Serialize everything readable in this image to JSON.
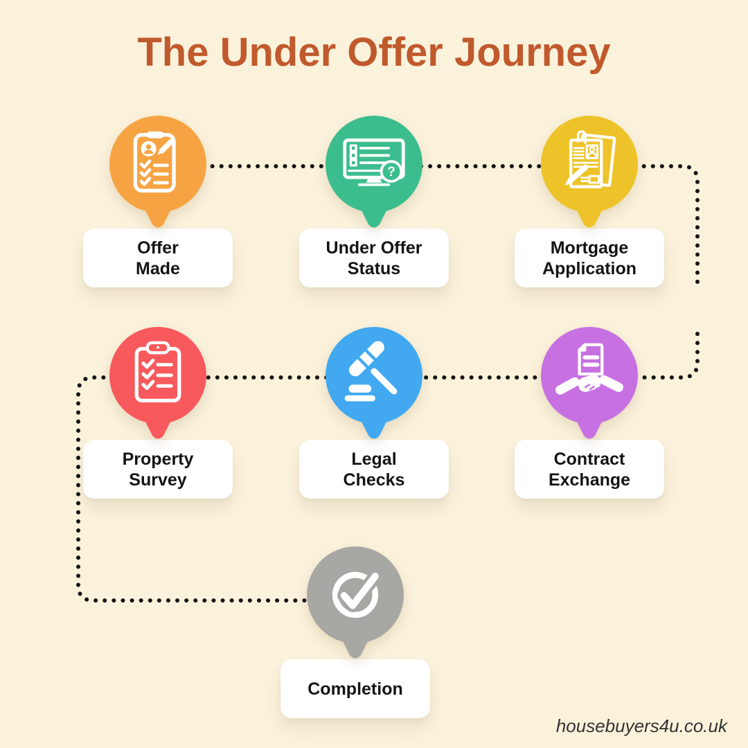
{
  "title": "The Under Offer Journey",
  "footer": "housebuyers4u.co.uk",
  "colors": {
    "background": "#FBF2DC",
    "title": "#C05A2D",
    "connector_dots": "#141414",
    "card": "#FFFFFF",
    "label_text": "#141414"
  },
  "steps": [
    {
      "label": "Offer\nMade",
      "color": "#F6A443",
      "icon": "clipboard-person-icon"
    },
    {
      "label": "Under Offer\nStatus",
      "color": "#3CBD8D",
      "icon": "monitor-question-icon",
      "badge": "?"
    },
    {
      "label": "Mortgage\nApplication",
      "color": "#EDC329",
      "icon": "application-form-icon"
    },
    {
      "label": "Property\nSurvey",
      "color": "#F8595D",
      "icon": "checklist-clipboard-icon"
    },
    {
      "label": "Legal\nChecks",
      "color": "#42A9F0",
      "icon": "gavel-icon"
    },
    {
      "label": "Contract\nExchange",
      "color": "#C770E2",
      "icon": "handshake-document-icon"
    },
    {
      "label": "Completion",
      "color": "#A7A7A3",
      "icon": "check-circle-icon"
    }
  ]
}
